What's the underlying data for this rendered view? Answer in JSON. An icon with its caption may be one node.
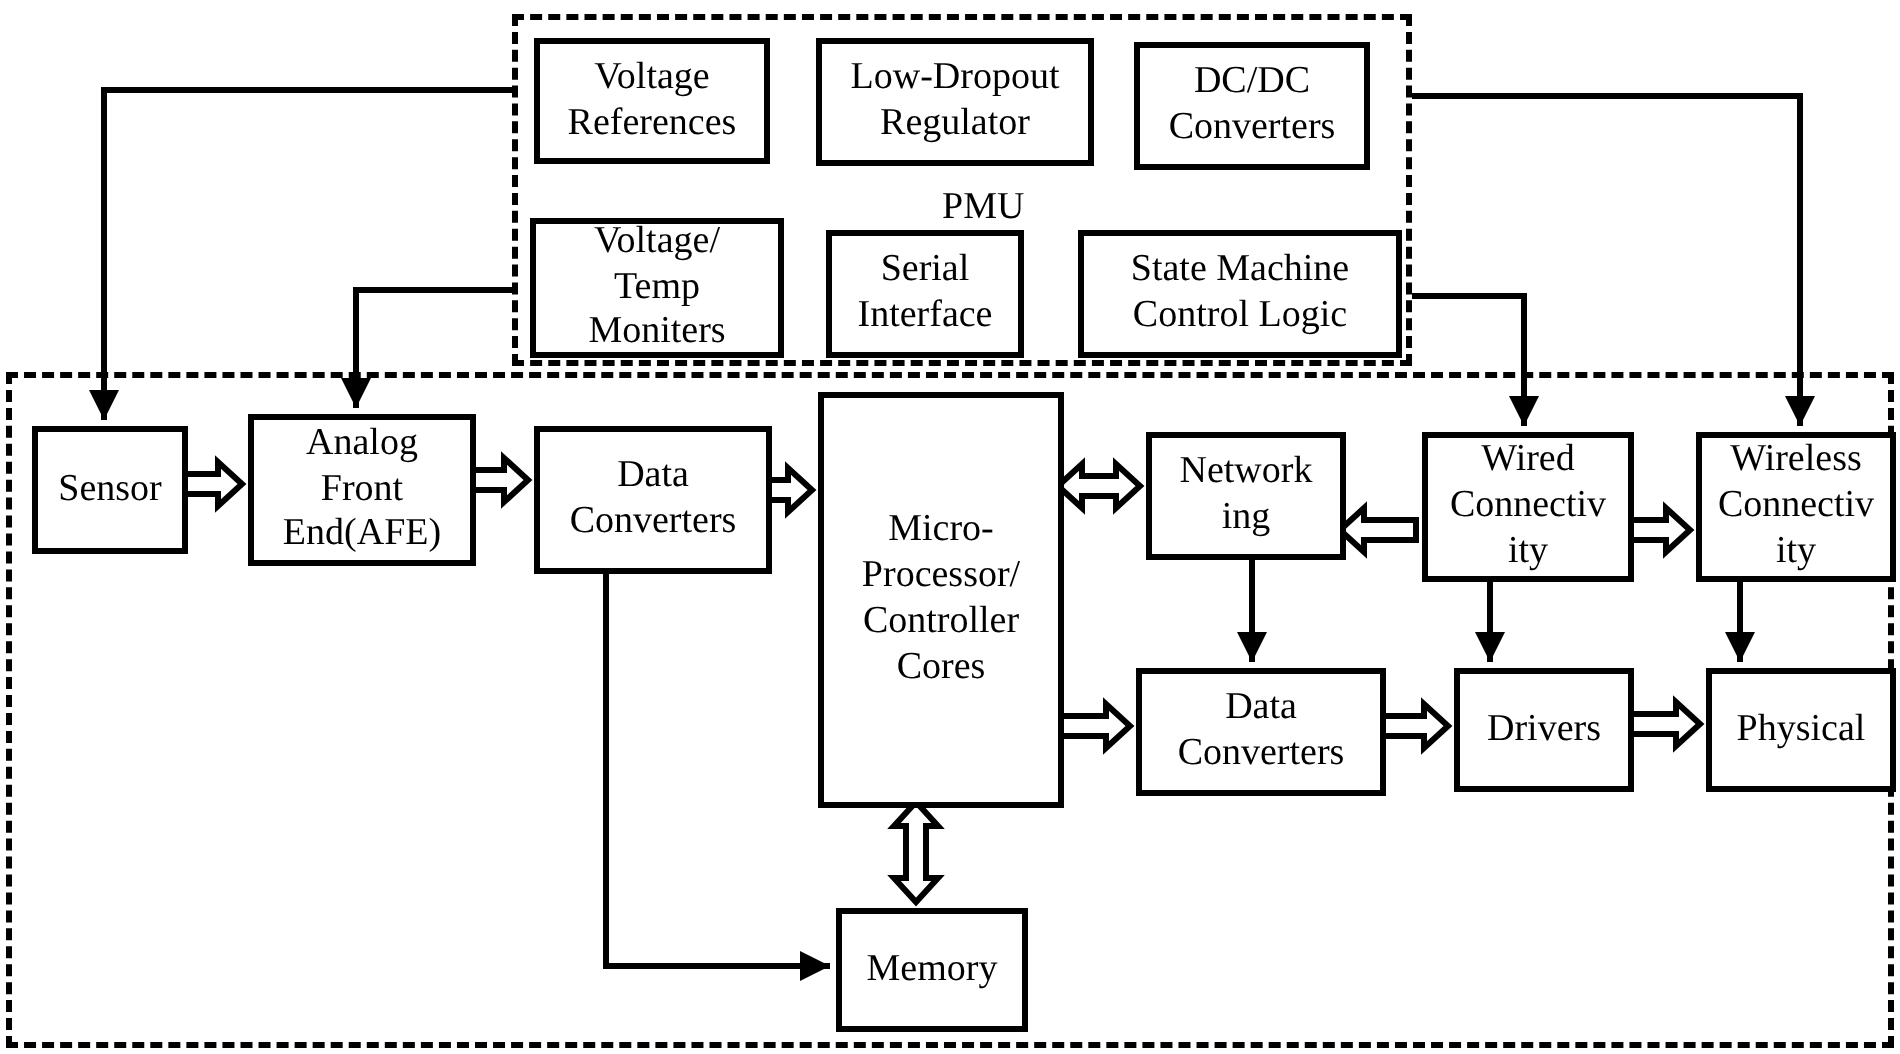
{
  "diagram": {
    "nodes": [
      {
        "text": [
          "PMU"
        ]
      },
      {
        "text": [
          "Voltage References"
        ],
        "in": 0
      },
      {
        "text": [
          "Low-Dropout Regulator"
        ],
        "in": 0
      },
      {
        "text": [
          "DC/DC Converters"
        ],
        "in": 0
      },
      {
        "text": [
          "Voltage/ Temp Moniters"
        ],
        "in": 0
      },
      {
        "text": [
          "Serial Interface"
        ],
        "in": 0
      },
      {
        "text": [
          "State Machine Control Logic"
        ],
        "in": 0
      },
      {
        "text": [],
        "shape": "box"
      },
      {
        "text": [
          "Sensor"
        ],
        "in": 7
      },
      {
        "text": [
          "Analog Front End(AFE)"
        ],
        "in": 7
      },
      {
        "text": [
          "Data Converters"
        ],
        "in": 7
      },
      {
        "text": [
          "Micro-Processor/ Controller Cores"
        ],
        "in": 7
      },
      {
        "text": [
          "Network ing"
        ],
        "in": 7
      },
      {
        "text": [
          "Wired Connectiv ity"
        ],
        "in": 7
      },
      {
        "text": [
          "Wireless Connectiv ity"
        ],
        "in": 7
      },
      {
        "text": [
          "Data Converters"
        ],
        "in": 7
      },
      {
        "text": [
          "Drivers"
        ],
        "in": 7
      },
      {
        "text": [
          "Physical"
        ],
        "in": 7
      },
      {
        "text": [
          "Memory"
        ],
        "in": 7
      }
    ],
    "edges": [
      {
        "from": 0,
        "to": 8,
        "arrow": "to"
      },
      {
        "from": 0,
        "to": 9,
        "arrow": "to"
      },
      {
        "from": 0,
        "to": 13,
        "arrow": "to"
      },
      {
        "from": 0,
        "to": 14,
        "arrow": "to"
      },
      {
        "from": 8,
        "to": 9,
        "arrow": "to",
        "style": "thick"
      },
      {
        "from": 9,
        "to": 10,
        "arrow": "to",
        "style": "thick"
      },
      {
        "from": 10,
        "to": 11,
        "arrow": "to",
        "style": "thick"
      },
      {
        "from": 11,
        "to": 12,
        "arrow": "both",
        "style": "thick"
      },
      {
        "from": 13,
        "to": 12,
        "arrow": "to",
        "style": "thick"
      },
      {
        "from": 13,
        "to": 14,
        "arrow": "to",
        "style": "thick"
      },
      {
        "from": 12,
        "to": 15,
        "arrow": "to"
      },
      {
        "from": 13,
        "to": 16,
        "arrow": "to"
      },
      {
        "from": 14,
        "to": 17,
        "arrow": "to"
      },
      {
        "from": 11,
        "to": 15,
        "arrow": "to",
        "style": "thick"
      },
      {
        "from": 15,
        "to": 16,
        "arrow": "to",
        "style": "thick"
      },
      {
        "from": 16,
        "to": 17,
        "arrow": "to",
        "style": "thick"
      },
      {
        "from": 11,
        "to": 18,
        "arrow": "both",
        "style": "thick"
      },
      {
        "from": 10,
        "to": 18,
        "arrow": "to"
      }
    ]
  }
}
